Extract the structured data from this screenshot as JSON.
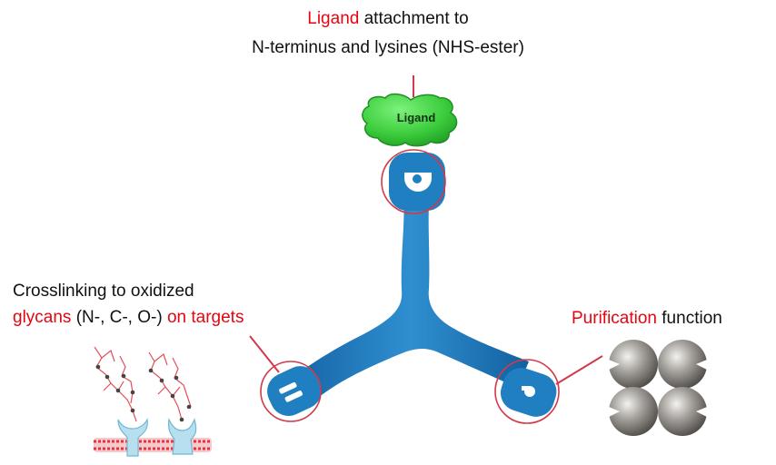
{
  "top_caption": {
    "line1_highlight": "Ligand",
    "line1_rest": " attachment to",
    "line2": "N-terminus and lysines (NHS-ester)"
  },
  "ligand_label": "Ligand",
  "left_caption": {
    "line1": "Crosslinking to oxidized",
    "line2_highlight1": "glycans",
    "line2_middle": " (N-, C-, O-) ",
    "line2_highlight2": "on targets"
  },
  "right_caption": {
    "highlight": "Purification",
    "rest": " function"
  },
  "colors": {
    "highlight_red": "#e30613",
    "callout_red": "#d23a4a",
    "linker_blue": "#1f7fc0",
    "ligand_green": "#3ccc3c",
    "bead_gray": "#8d8a86",
    "membrane_pink": "#e4343f",
    "receptor_blue": "#b8dfee"
  }
}
